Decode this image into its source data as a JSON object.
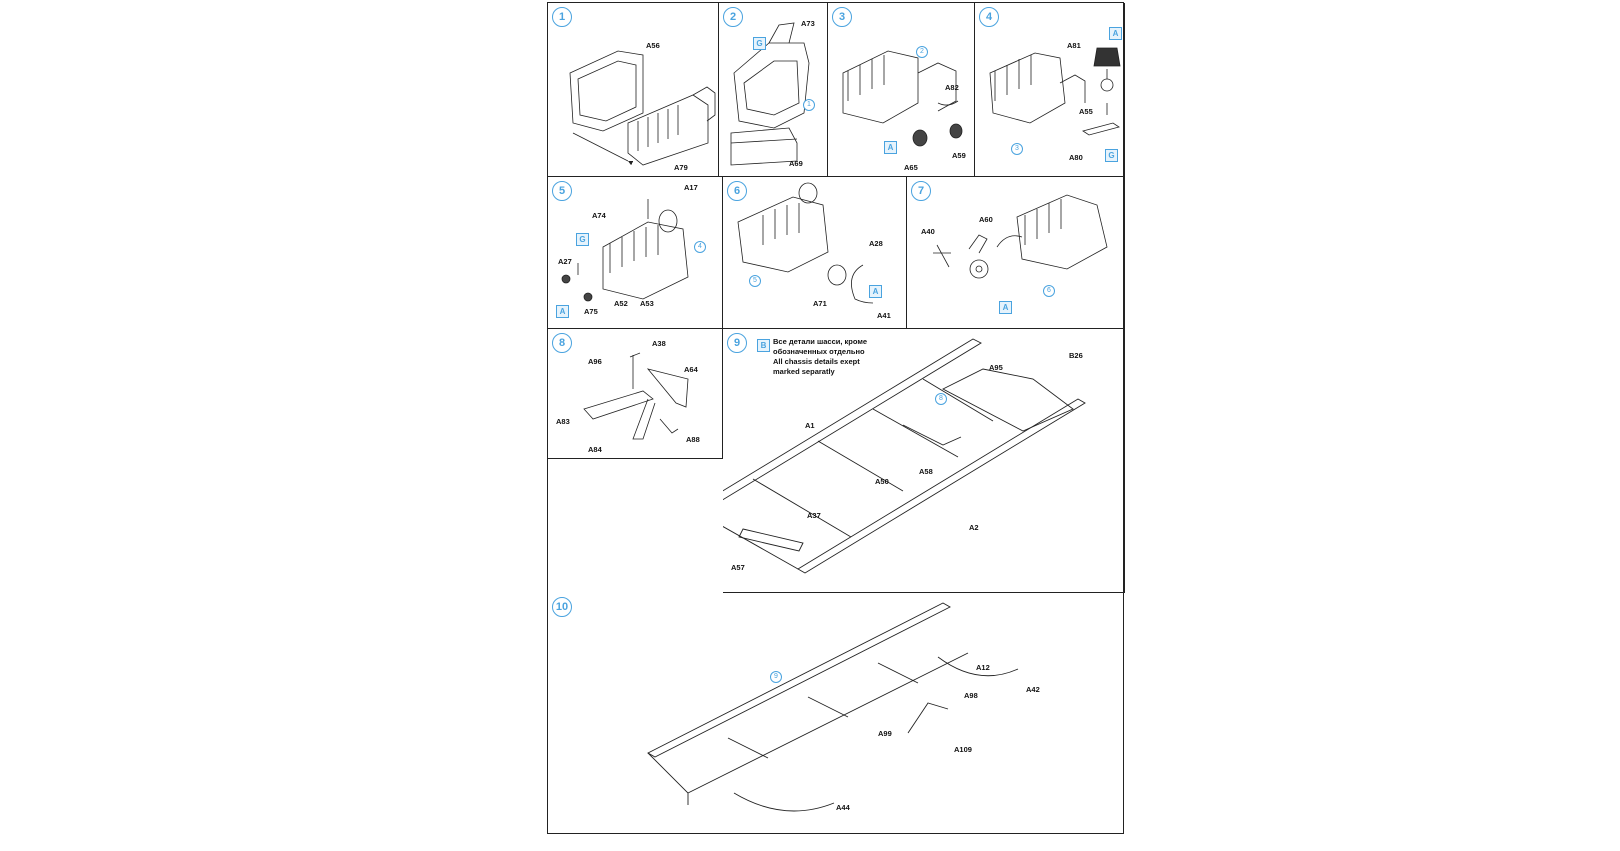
{
  "sheet": {
    "steps": [
      {
        "num": "1",
        "parts": [
          "A56",
          "A79"
        ]
      },
      {
        "num": "2",
        "parts": [
          "A73",
          "A69"
        ],
        "refs": [
          "1"
        ],
        "tags": [
          "G"
        ]
      },
      {
        "num": "3",
        "parts": [
          "A82",
          "A65",
          "A59"
        ],
        "refs": [
          "2"
        ],
        "tags": [
          "A"
        ]
      },
      {
        "num": "4",
        "parts": [
          "A81",
          "A55",
          "A80"
        ],
        "refs": [
          "3"
        ],
        "tags": [
          "A",
          "G"
        ]
      },
      {
        "num": "5",
        "parts": [
          "A17",
          "A74",
          "A27",
          "A75",
          "A52",
          "A53"
        ],
        "refs": [
          "4"
        ],
        "tags": [
          "G",
          "A"
        ]
      },
      {
        "num": "6",
        "parts": [
          "A28",
          "A71",
          "A41"
        ],
        "refs": [
          "5"
        ],
        "tags": [
          "A"
        ]
      },
      {
        "num": "7",
        "parts": [
          "A40",
          "A60"
        ],
        "refs": [
          "6"
        ],
        "tags": [
          "A"
        ]
      },
      {
        "num": "8",
        "parts": [
          "A38",
          "A96",
          "A64",
          "A83",
          "A84",
          "A88"
        ]
      },
      {
        "num": "9",
        "parts": [
          "B26",
          "A95",
          "A1",
          "A58",
          "A50",
          "A2",
          "A37",
          "A57"
        ],
        "refs": [
          "8"
        ],
        "tags": [
          "B"
        ],
        "note": [
          "Все детали шасси, кроме",
          "обозначенных отдельно",
          "All chassis details exept",
          "marked separatly"
        ]
      },
      {
        "num": "10",
        "parts": [
          "A12",
          "A42",
          "A98",
          "A99",
          "A109",
          "A44"
        ],
        "refs": [
          "9"
        ]
      }
    ]
  },
  "colors": {
    "accent": "#4aa3df",
    "line": "#222222",
    "tag_fill": "#e6f3fc"
  }
}
